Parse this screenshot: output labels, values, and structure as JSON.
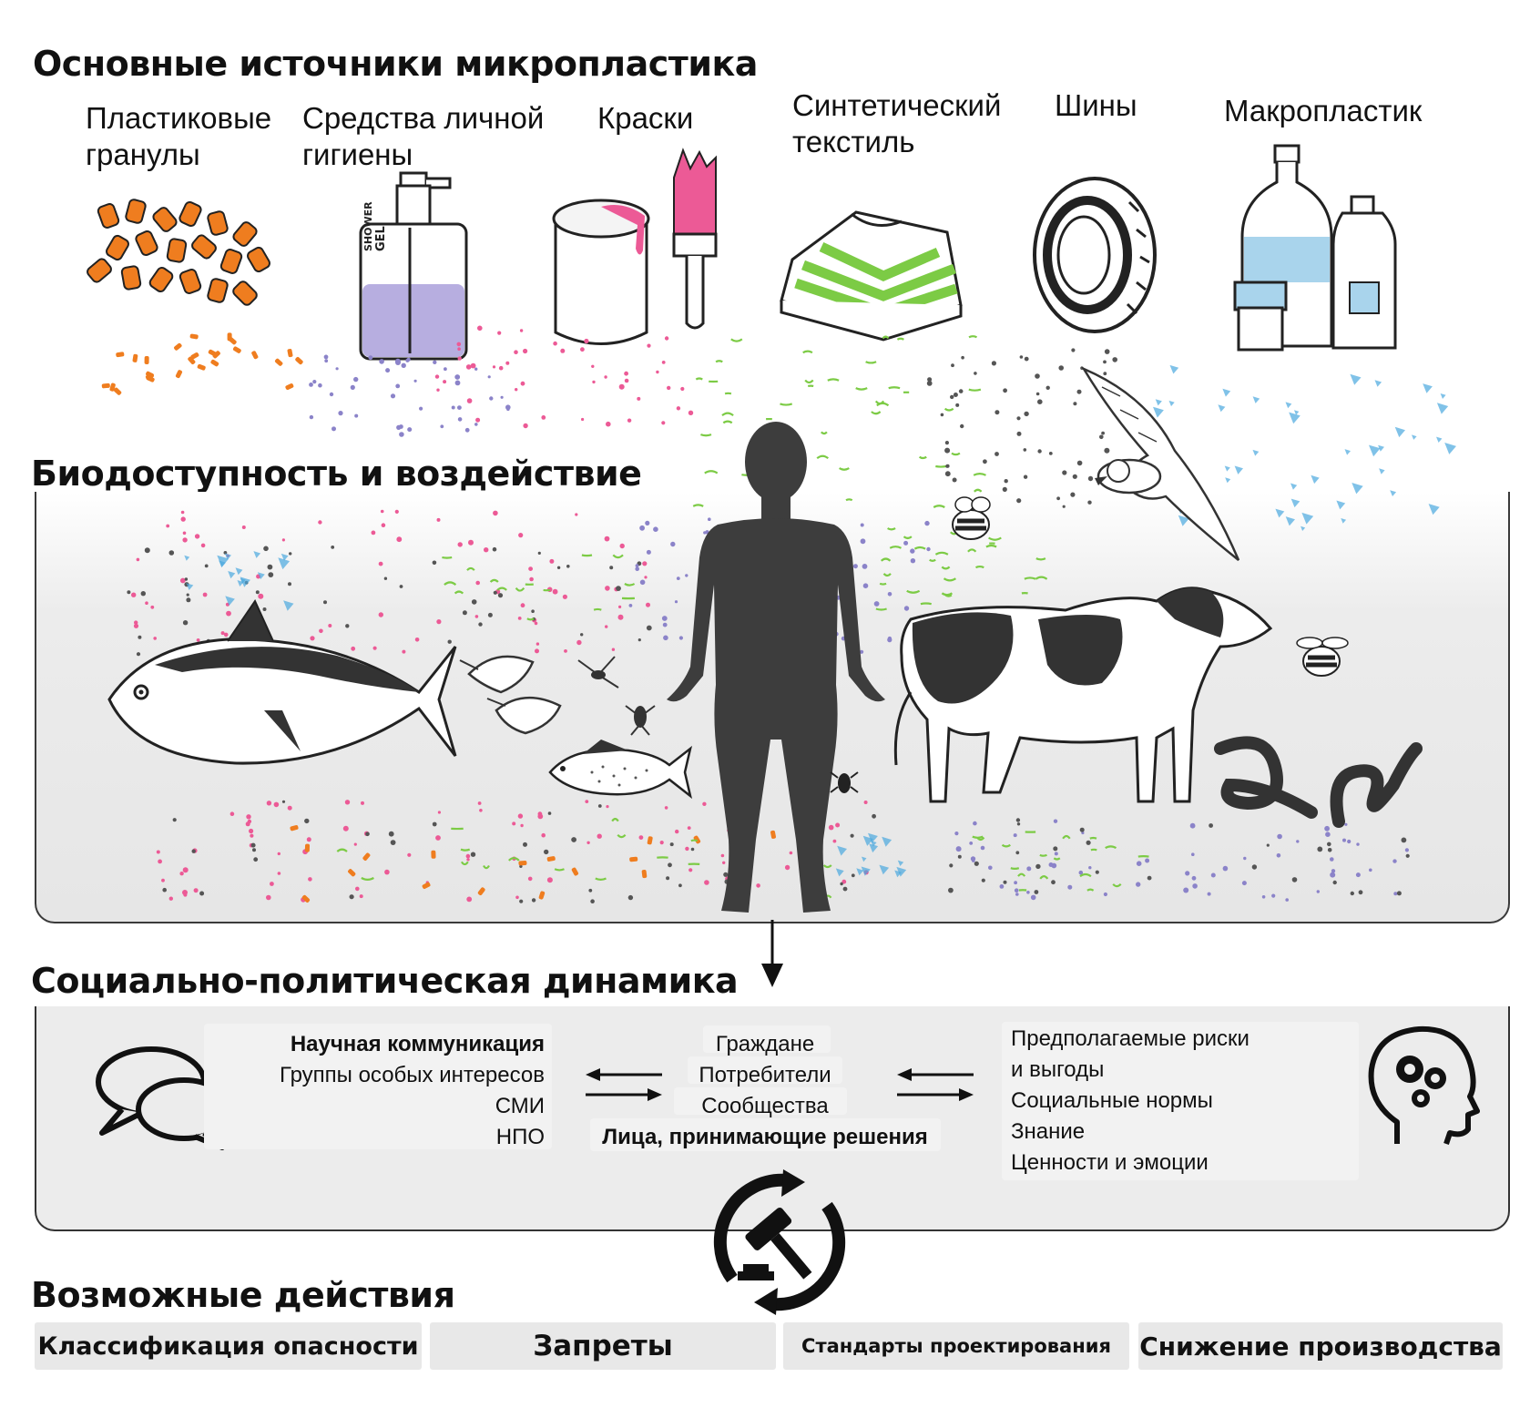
{
  "sections": {
    "sources_title": "Основные источники микропластика",
    "exposure_title": "Биодоступность и воздействие",
    "dynamics_title": "Социально-политическая динамика",
    "actions_title": "Возможные действия"
  },
  "sources": [
    {
      "line1": "Пластиковые",
      "line2": "гранулы"
    },
    {
      "line1": "Средства личной",
      "line2": "гигиены"
    },
    {
      "line1": "Краски",
      "line2": ""
    },
    {
      "line1": "Синтетический",
      "line2": "текстиль"
    },
    {
      "line1": "Шины",
      "line2": ""
    },
    {
      "line1": "Макропластик",
      "line2": ""
    }
  ],
  "shower_gel_label": {
    "line1": "SHOWER",
    "line2": "GEL"
  },
  "communication": [
    "Научная коммуникация",
    "Группы особых интересов",
    "СМИ",
    "НПО"
  ],
  "public": [
    "Граждане",
    "Потребители",
    "Сообщества",
    "Лица, принимающие решения"
  ],
  "perception": [
    "Предполагаемые риски",
    "и выгоды",
    "Социальные нормы",
    "Знание",
    "Ценности и эмоции"
  ],
  "actions": [
    "Классификация опасности",
    "Запреты",
    "Стандарты проектирования",
    "Снижение производства"
  ],
  "colors": {
    "pellet": "#ef7d1f",
    "paint": "#ec5a96",
    "textile": "#7ccb45",
    "gel": "#b7aee0",
    "bottle_water": "#a9d4ec",
    "fragment_blue": "#4aa8de",
    "silhouette": "#3d3d3d",
    "particle_gray": "#555555",
    "particle_purple": "#8b83c9"
  }
}
